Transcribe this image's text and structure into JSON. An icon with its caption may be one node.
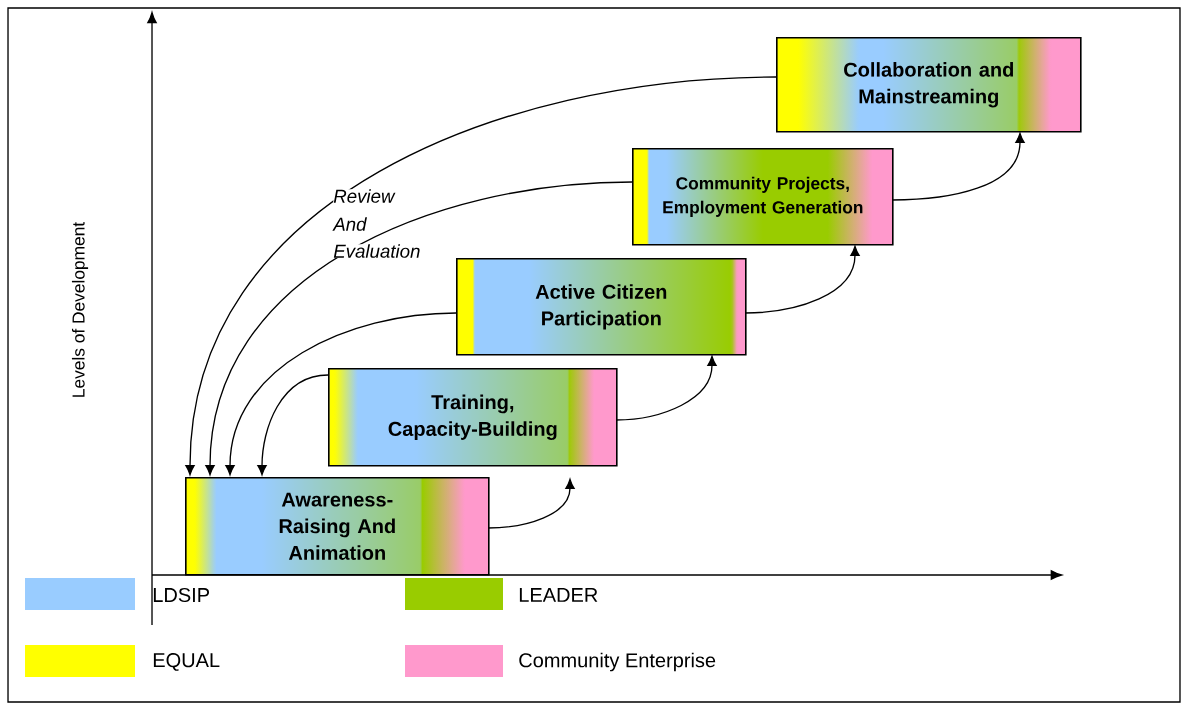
{
  "diagram": {
    "nodes": [
      {
        "text": [
          "Awareness-Raising And Animation"
        ]
      },
      {
        "text": [
          "Training, Capacity-Building"
        ]
      },
      {
        "text": [
          "Active Citizen Participation"
        ]
      },
      {
        "text": [
          "Community Projects, Employment Generation"
        ]
      },
      {
        "text": [
          "Collaboration and Mainstreaming"
        ]
      }
    ],
    "edges": [
      {
        "from": 0,
        "to": 1,
        "arrow": "to"
      },
      {
        "from": 1,
        "to": 2,
        "arrow": "to"
      },
      {
        "from": 2,
        "to": 3,
        "arrow": "to"
      },
      {
        "from": 3,
        "to": 4,
        "arrow": "to"
      },
      {
        "from": 1,
        "to": 0,
        "arrow": "to"
      },
      {
        "from": 2,
        "to": 0,
        "arrow": "to"
      },
      {
        "from": 3,
        "to": 0,
        "arrow": "to"
      },
      {
        "from": 4,
        "to": 0,
        "arrow": "to"
      }
    ],
    "labels": [
      "Levels of Development",
      "Review",
      "And",
      "Evaluation"
    ],
    "legend": [
      {
        "text": "LDSIP",
        "color": "#99ccff"
      },
      {
        "text": "LEADER",
        "color": "#99cc00"
      },
      {
        "text": "EQUAL",
        "color": "#ffff00"
      },
      {
        "text": "Community Enterprise",
        "color": "#ff99cc"
      }
    ]
  }
}
